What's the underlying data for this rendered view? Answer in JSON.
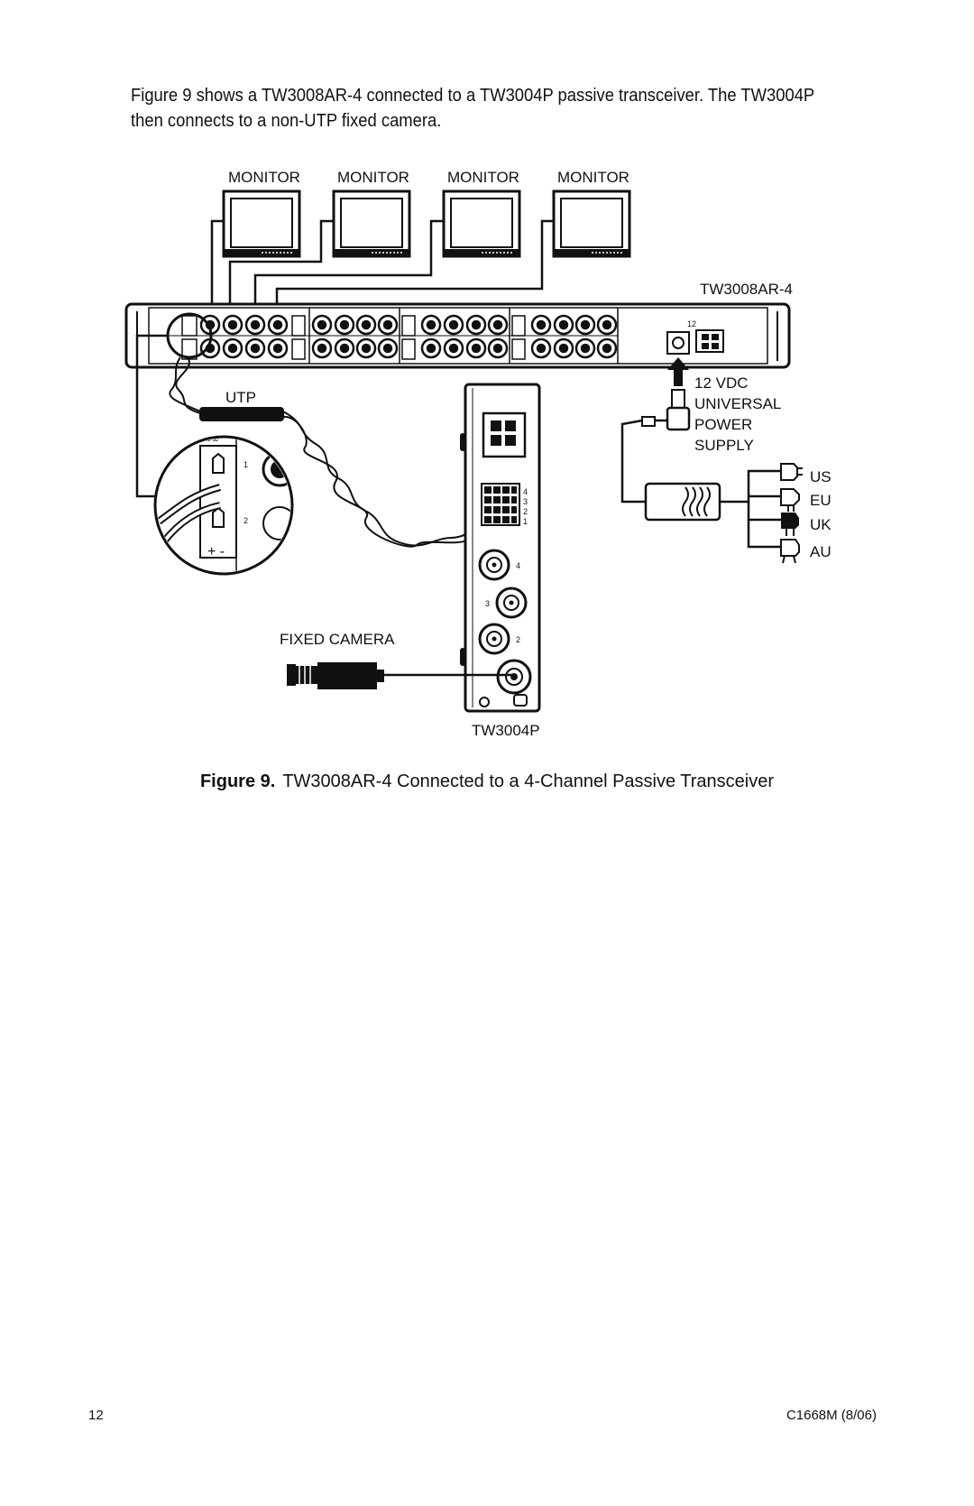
{
  "intro_text": "Figure 9 shows a TW3008AR-4 connected to a TW3004P passive transceiver. The TW3004P then connects to a non-UTP fixed camera.",
  "diagram": {
    "monitor_label": "MONITOR",
    "rack_label": "TW3008AR-4",
    "utp_label": "UTP",
    "power_lines": [
      "12 VDC",
      "UNIVERSAL",
      "POWER",
      "SUPPLY"
    ],
    "plug_regions": [
      "US",
      "EU",
      "UK",
      "AU"
    ],
    "camera_label": "FIXED CAMERA",
    "transceiver_label": "TW3004P",
    "transceiver_channels": [
      "4",
      "3",
      "2",
      "1"
    ],
    "inset_channels": [
      "1",
      "2"
    ],
    "inset_polarity": "+  -",
    "rack_power_marking": "12"
  },
  "caption": {
    "number": "Figure 9.",
    "text": "TW3008AR-4 Connected to a 4-Channel Passive Transceiver"
  },
  "footer": {
    "page_number": "12",
    "doc_id": "C1668M (8/06)"
  }
}
